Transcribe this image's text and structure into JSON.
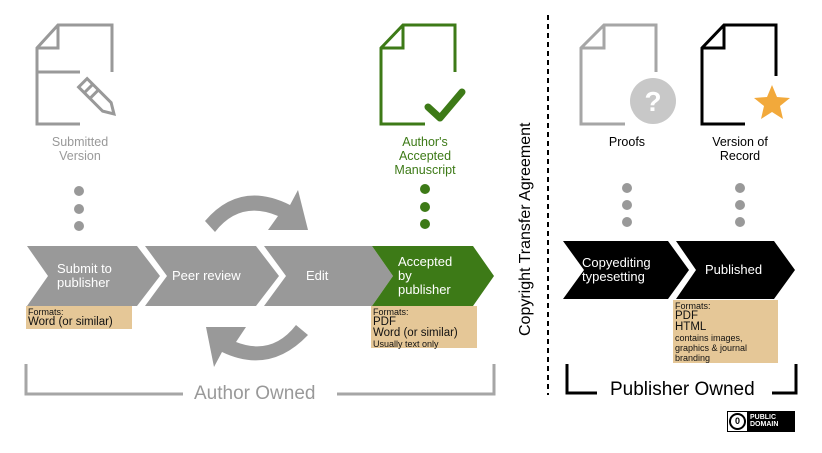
{
  "colors": {
    "gray": "#999999",
    "gray_light": "#a6a6a6",
    "green": "#3d7a17",
    "black": "#000000",
    "formats_bg": "#e5c797",
    "star": "#f2a93b",
    "question_circle": "#c8c8c8"
  },
  "documents": [
    {
      "label_line1": "Submitted",
      "label_line2": "Version",
      "icon": "pencil-icon",
      "color": "gray"
    },
    {
      "label_line1": "Author's",
      "label_line2": "Accepted",
      "label_line3": "Manuscript",
      "icon": "checkmark-icon",
      "color": "green"
    },
    {
      "label_line1": "Proofs",
      "icon": "question-icon",
      "color": "gray"
    },
    {
      "label_line1": "Version of",
      "label_line2": "Record",
      "icon": "star-icon",
      "color": "black"
    }
  ],
  "steps": [
    {
      "line1": "Submit to",
      "line2": "publisher"
    },
    {
      "line1": "Peer review"
    },
    {
      "line1": "Edit"
    },
    {
      "line1": "Accepted",
      "line2": "by",
      "line3": "publisher"
    },
    {
      "line1": "Copyediting",
      "line2": "typesetting"
    },
    {
      "line1": "Published"
    }
  ],
  "formats": [
    {
      "heading": "Formats:",
      "items": [
        "Word (or similar)"
      ],
      "note": ""
    },
    {
      "heading": "Formats:",
      "items": [
        "PDF",
        "Word (or similar)"
      ],
      "note": "Usually text only"
    },
    {
      "heading": "Formats:",
      "items": [
        "PDF",
        "HTML"
      ],
      "note_lines": [
        "contains images,",
        "graphics & journal",
        "branding"
      ]
    }
  ],
  "divider_label": "Copyright Transfer Agreement",
  "owners": {
    "author": "Author Owned",
    "publisher": "Publisher Owned"
  },
  "license_badge": {
    "symbol": "0",
    "line1": "PUBLIC",
    "line2": "DOMAIN"
  }
}
